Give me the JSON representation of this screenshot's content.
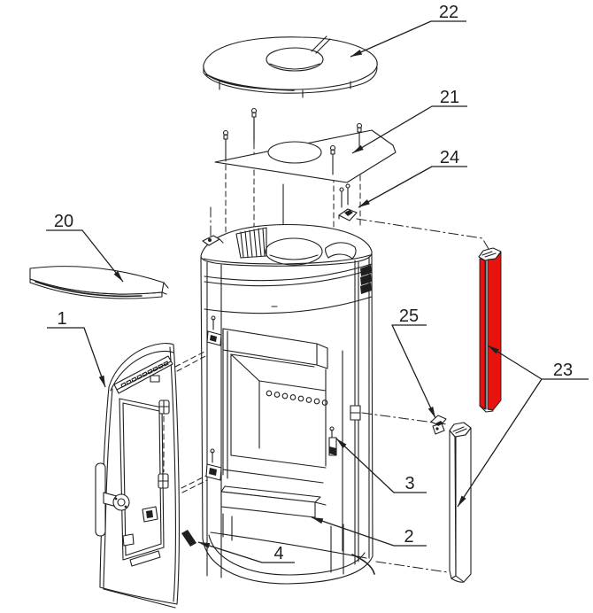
{
  "diagram": {
    "type": "exploded-parts-diagram",
    "subject": "stove exploded parts view",
    "colors": {
      "line": "#1f1f1f",
      "highlight": "#e8120e",
      "background": "#ffffff"
    },
    "callouts": [
      {
        "number": "22",
        "part": "top-plate"
      },
      {
        "number": "21",
        "part": "top-adapter-plate"
      },
      {
        "number": "24",
        "part": "upper-bracket"
      },
      {
        "number": "20",
        "part": "side-shelf"
      },
      {
        "number": "1",
        "part": "door-assembly"
      },
      {
        "number": "25",
        "part": "lower-bracket"
      },
      {
        "number": "23",
        "part": "side-panel"
      },
      {
        "number": "3",
        "part": "door-latch"
      },
      {
        "number": "2",
        "part": "ash-lip"
      },
      {
        "number": "4",
        "part": "base-block"
      }
    ]
  }
}
